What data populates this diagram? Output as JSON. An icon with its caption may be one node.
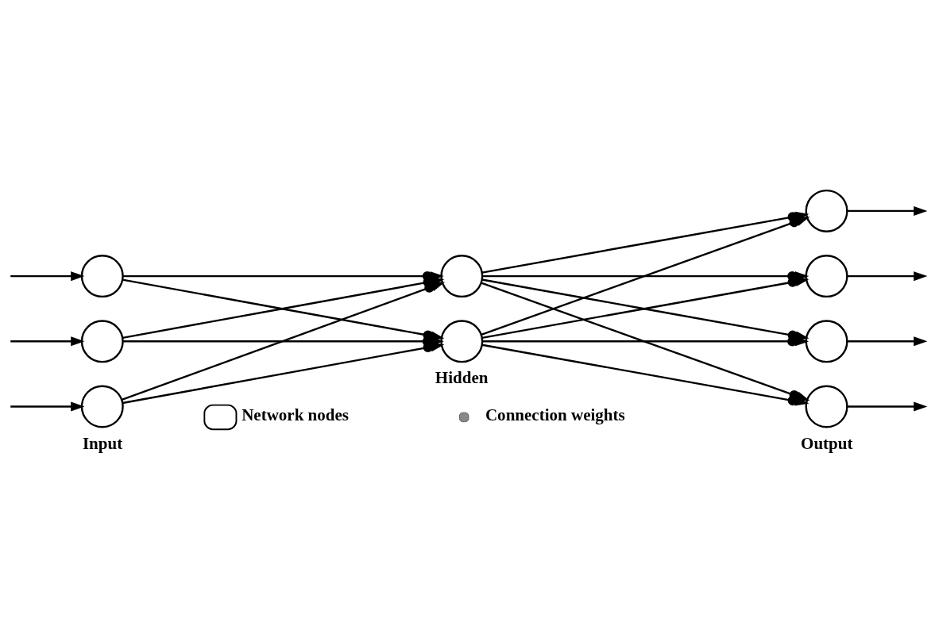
{
  "diagram": {
    "nodes": [
      {
        "text": [],
        "shape": "circle"
      },
      {
        "text": [],
        "shape": "circle"
      },
      {
        "text": [],
        "shape": "circle"
      },
      {
        "text": [],
        "shape": "circle"
      },
      {
        "text": [],
        "shape": "circle"
      },
      {
        "text": [],
        "shape": "circle"
      },
      {
        "text": [],
        "shape": "circle"
      },
      {
        "text": [],
        "shape": "circle"
      },
      {
        "text": [],
        "shape": "circle"
      }
    ],
    "edges": [
      {
        "from": null,
        "to": 0,
        "arrow": "to"
      },
      {
        "from": null,
        "to": 1,
        "arrow": "to"
      },
      {
        "from": null,
        "to": 2,
        "arrow": "to"
      },
      {
        "from": 0,
        "to": 3,
        "arrow": "to"
      },
      {
        "from": 0,
        "to": 4,
        "arrow": "to"
      },
      {
        "from": 1,
        "to": 3,
        "arrow": "to"
      },
      {
        "from": 1,
        "to": 4,
        "arrow": "to"
      },
      {
        "from": 2,
        "to": 3,
        "arrow": "to"
      },
      {
        "from": 2,
        "to": 4,
        "arrow": "to"
      },
      {
        "from": 3,
        "to": 5,
        "arrow": "to"
      },
      {
        "from": 3,
        "to": 6,
        "arrow": "to"
      },
      {
        "from": 3,
        "to": 7,
        "arrow": "to"
      },
      {
        "from": 3,
        "to": 8,
        "arrow": "to"
      },
      {
        "from": 4,
        "to": 5,
        "arrow": "to"
      },
      {
        "from": 4,
        "to": 6,
        "arrow": "to"
      },
      {
        "from": 4,
        "to": 7,
        "arrow": "to"
      },
      {
        "from": 4,
        "to": 8,
        "arrow": "to"
      },
      {
        "from": 5,
        "to": null,
        "arrow": "to"
      },
      {
        "from": 6,
        "to": null,
        "arrow": "to"
      },
      {
        "from": 7,
        "to": null,
        "arrow": "to"
      },
      {
        "from": 8,
        "to": null,
        "arrow": "to"
      }
    ],
    "labels": [
      "Input",
      "Hidden",
      "Output"
    ],
    "legend": [
      {
        "text": "Network nodes"
      },
      {
        "text": "Connection weights"
      }
    ]
  }
}
